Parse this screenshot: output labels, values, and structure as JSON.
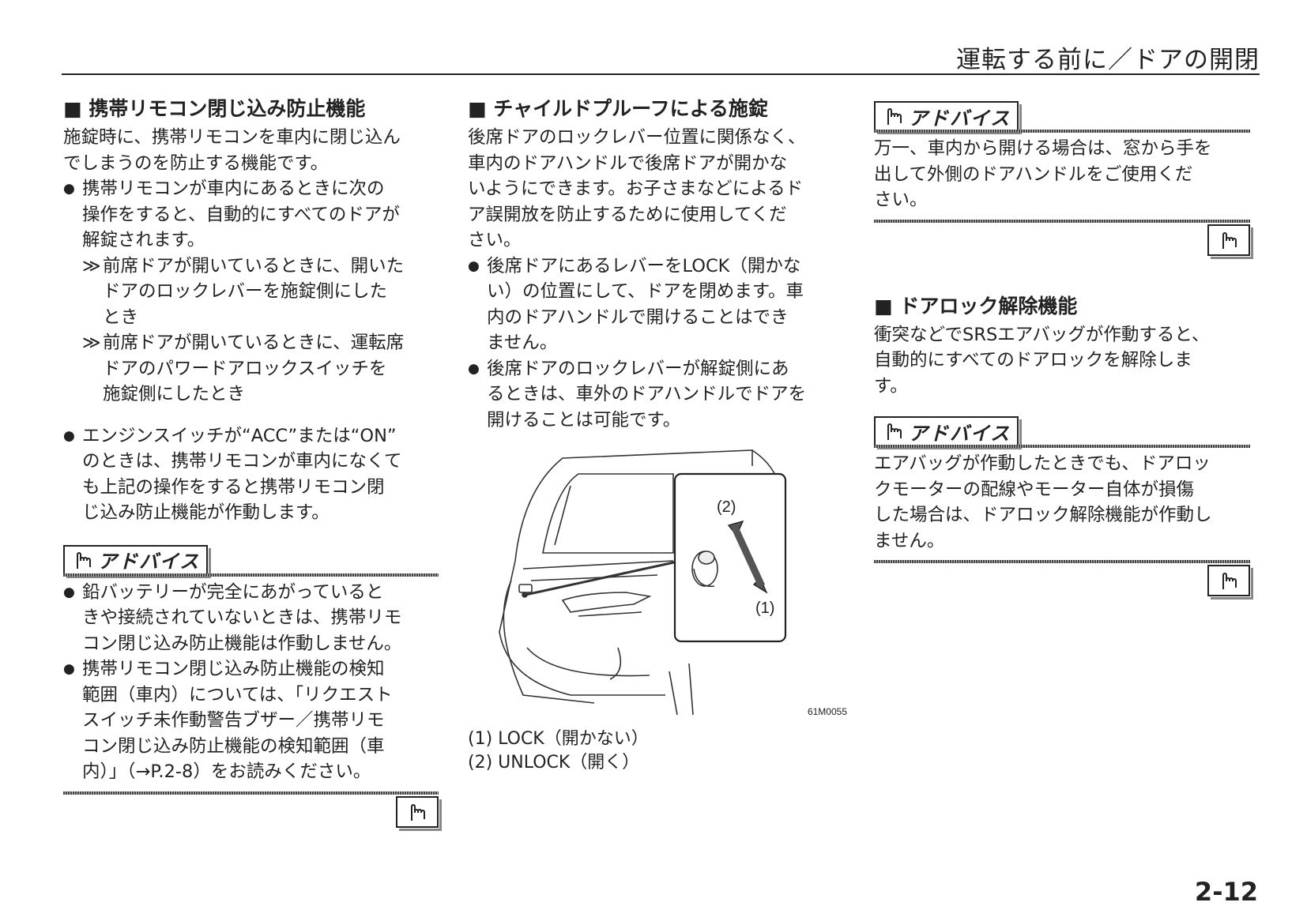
{
  "header": {
    "title": "運転する前に／ドアの開閉"
  },
  "col1": {
    "heading": "■ 携帯リモコン閉じ込み防止機能",
    "intro": [
      "施錠時に、携帯リモコンを車内に閉じ込ん",
      "でしまうのを防止する機能です。"
    ],
    "bullet1": [
      "携帯リモコンが車内にあるときに次の",
      "操作をすると、自動的にすべてのドアが",
      "解錠されます。"
    ],
    "sub_marker": "≫",
    "sub1": [
      "前席ドアが開いているときに、開いた",
      "ドアのロックレバーを施錠側にした",
      "とき"
    ],
    "sub2": [
      "前席ドアが開いているときに、運転席",
      "ドアのパワードアロックスイッチを",
      "施錠側にしたとき"
    ],
    "bullet2": [
      "エンジンスイッチが“ACC”または“ON”",
      "のときは、携帯リモコンが車内になくて",
      "も上記の操作をすると携帯リモコン閉",
      "じ込み防止機能が作動します。"
    ],
    "advice_label": "アドバイス",
    "adv_bullet1": [
      "鉛バッテリーが完全にあがっていると",
      "きや接続されていないときは、携帯リモ",
      "コン閉じ込み防止機能は作動しません。"
    ],
    "adv_bullet2": [
      "携帯リモコン閉じ込み防止機能の検知",
      "範囲（車内）については、「リクエスト",
      "スイッチ未作動警告ブザー／携帯リモ",
      "コン閉じ込み防止機能の検知範囲（車",
      "内）」（→P.2-8）をお読みください。"
    ]
  },
  "col2": {
    "heading": "■ チャイルドプルーフによる施錠",
    "intro": [
      "後席ドアのロックレバー位置に関係なく、",
      "車内のドアハンドルで後席ドアが開かな",
      "いようにできます。お子さまなどによるド",
      "ア誤開放を防止するために使用してくだ",
      "さい。"
    ],
    "bullet1": [
      "後席ドアにあるレバーをLOCK（開かな",
      "い）の位置にして、ドアを閉めます。車",
      "内のドアハンドルで開けることはでき",
      "ません。"
    ],
    "bullet2": [
      "後席ドアのロックレバーが解錠側にあ",
      "るときは、車外のドアハンドルでドアを",
      "開けることは可能です。"
    ],
    "figure": {
      "label_1": "(1)",
      "label_2": "(2)",
      "code": "61M0055"
    },
    "caption1": "(1) LOCK（開かない）",
    "caption2": "(2) UNLOCK（開く）"
  },
  "col3": {
    "advice_label": "アドバイス",
    "advice1": [
      "万一、車内から開ける場合は、窓から手を",
      "出して外側のドアハンドルをご使用くだ",
      "さい。"
    ],
    "heading": "■ ドアロック解除機能",
    "intro": [
      "衝突などでSRSエアバッグが作動すると、",
      "自動的にすべてのドアロックを解除しま",
      "す。"
    ],
    "advice2": [
      "エアバッグが作動したときでも、ドアロッ",
      "クモーターの配線やモーター自体が損傷",
      "した場合は、ドアロック解除機能が作動し",
      "ません。"
    ]
  },
  "page_number": "2-12",
  "icons": {
    "advice": "pointing-hand-icon"
  }
}
